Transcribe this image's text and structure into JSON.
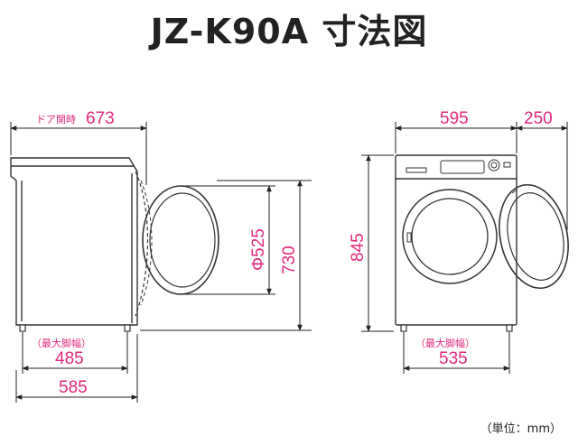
{
  "title": "JZ-K90A 寸法図",
  "unit_note": "（単位：mm）",
  "colors": {
    "dimension_text": "#e0297e",
    "lines": "#222222",
    "drawing": "#333333"
  },
  "side_view": {
    "door_open_label": "ドア開時",
    "door_open_value": "673",
    "door_diameter": "Φ525",
    "door_height": "730",
    "max_foot_label": "（最大脚幅）",
    "max_foot_value": "485",
    "depth": "585"
  },
  "front_view": {
    "width": "595",
    "door_swing": "250",
    "height": "845",
    "max_foot_label": "（最大脚幅）",
    "max_foot_value": "535"
  }
}
